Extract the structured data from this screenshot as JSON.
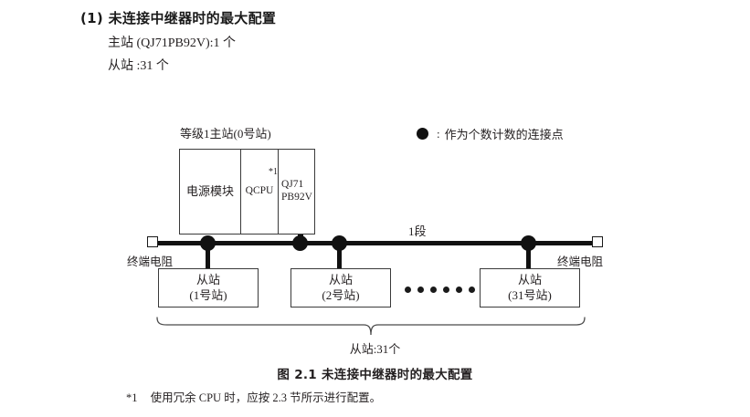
{
  "heading": "(1) 未连接中继器时的最大配置",
  "spec_lines": {
    "master": "主站 (QJ71PB92V):1 个",
    "slave": "从站 :31 个"
  },
  "legend": {
    "symbol": "●",
    "separator": ":",
    "text": "作为个数计数的连接点"
  },
  "master_station": {
    "caption": "等级1主站(0号站)",
    "cells": {
      "power": "电源模块",
      "cpu": "QCPU",
      "cpu_footnote": "*1",
      "network_line1": "QJ71",
      "network_line2": "PB92V"
    }
  },
  "bus": {
    "segment_label": "1段",
    "terminator_left": "终端电阻",
    "terminator_right": "终端电阻"
  },
  "slaves": [
    {
      "name": "从站",
      "station": "(1号站)"
    },
    {
      "name": "从站",
      "station": "(2号站)"
    },
    {
      "name": "从站",
      "station": "(31号站)"
    }
  ],
  "ellipsis_dot_count": 6,
  "brace_label": "从站:31个",
  "figure_caption": "图 2.1  未连接中继器时的最大配置",
  "footnote": {
    "mark": "*1",
    "text": "使用冗余 CPU 时，应按 2.3 节所示进行配置。"
  },
  "colors": {
    "ink": "#231f20",
    "line": "#111111",
    "box_border": "#3a3a3a",
    "background": "#ffffff"
  }
}
